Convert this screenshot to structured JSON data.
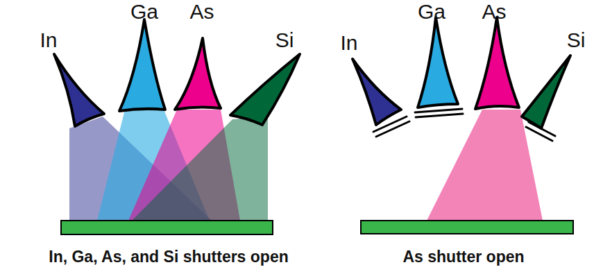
{
  "diagram": {
    "labels": [
      "In",
      "Ga",
      "As",
      "Si",
      "In, Ga, As, and Si shutters open",
      "In",
      "Ga",
      "As",
      "Si",
      "As shutter open"
    ]
  }
}
